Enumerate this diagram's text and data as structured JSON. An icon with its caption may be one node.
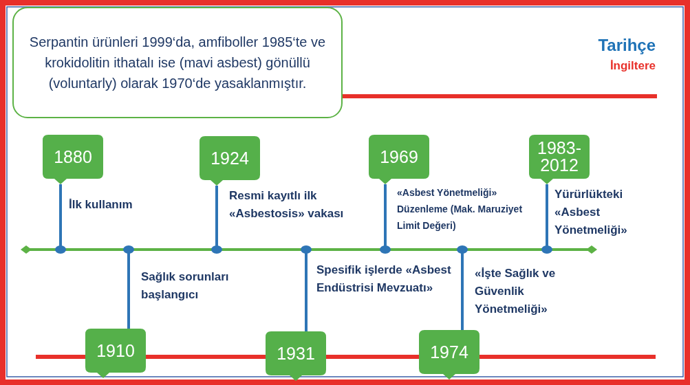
{
  "diagram": {
    "title": "Tarihçe",
    "nodes": [
      {
        "text": [
          "Serpantin ürünleri 1999‘da, amfiboller 1985‘te ve krokidolitin ithatalı ise (mavi asbest) gönüllü (voluntarly) olarak 1970‘de yasaklanmıştır."
        ]
      },
      {
        "text": [
          "1880"
        ],
        "beside": [
          "İlk kullanım"
        ]
      },
      {
        "text": [
          "1910"
        ],
        "beside": [
          "Sağlık sorunları başlangıcı"
        ]
      },
      {
        "text": [
          "1924"
        ],
        "beside": [
          "Resmi kayıtlı ilk «Asbestosis» vakası"
        ]
      },
      {
        "text": [
          "1931"
        ],
        "beside": [
          "Spesifik işlerde «Asbest Endüstrisi Mevzuatı»"
        ]
      },
      {
        "text": [
          "1969"
        ],
        "beside": [
          "«Asbest Yönetmeliği» Düzenleme (Mak. Maruziyet Limit Değeri)"
        ]
      },
      {
        "text": [
          "1974"
        ],
        "beside": [
          "«İşte Sağlık ve Güvenlik Yönetmeliği»"
        ]
      },
      {
        "text": [
          "1983- 2012"
        ],
        "beside": [
          "Yürürlükteki «Asbest Yönetmeliği»"
        ]
      }
    ],
    "labels": [
      "İngiltere"
    ]
  }
}
